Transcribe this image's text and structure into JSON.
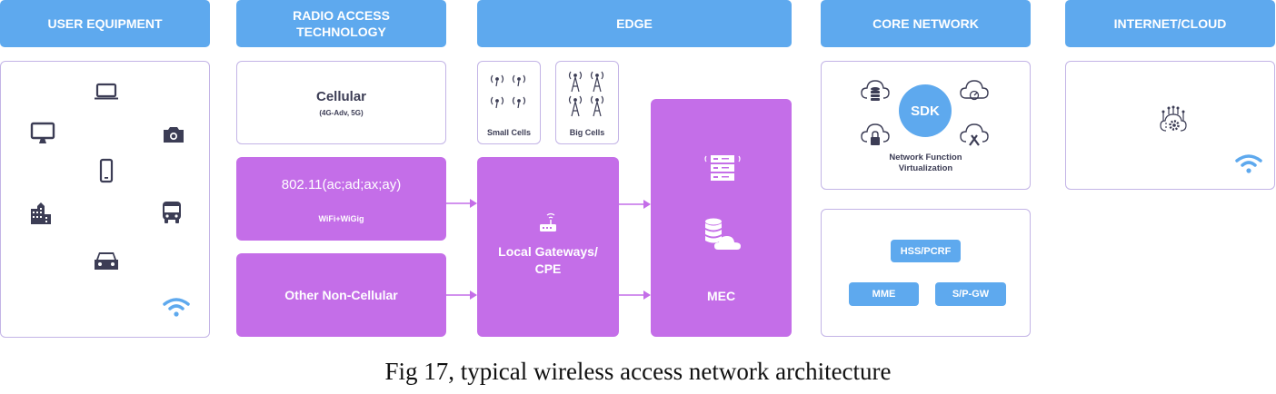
{
  "headers": {
    "user_equipment": "USER EQUIPMENT",
    "radio_access_line1": "RADIO ACCESS",
    "radio_access_line2": "TECHNOLOGY",
    "edge": "EDGE",
    "core_network": "CORE NETWORK",
    "internet_cloud": "INTERNET/CLOUD"
  },
  "user_equipment": {
    "icons": [
      "laptop-icon",
      "desktop-icon",
      "camera-icon",
      "smartphone-icon",
      "buildings-icon",
      "bus-icon",
      "car-icon",
      "wifi-icon"
    ]
  },
  "radio_access": {
    "cellular_title": "Cellular",
    "cellular_sub": "(4G-Adv, 5G)",
    "wifi_title": "802.11(ac;ad;ax;ay)",
    "wifi_sub": "WiFi+WiGig",
    "other": "Other Non-Cellular"
  },
  "edge": {
    "small_cells": "Small Cells",
    "big_cells": "Big Cells",
    "gateway_line1": "Local Gateways/",
    "gateway_line2": "CPE",
    "mec": "MEC"
  },
  "core_network": {
    "sdk": "SDK",
    "nfv_line1": "Network Function",
    "nfv_line2": "Virtualization",
    "hss": "HSS/PCRF",
    "mme": "MME",
    "spgw": "S/P-GW"
  },
  "colors": {
    "header_blue": "#5ea9ee",
    "purple": "#c46ee8",
    "icon_dark": "#3c3d55"
  },
  "caption": "Fig 17, typical wireless access network architecture"
}
